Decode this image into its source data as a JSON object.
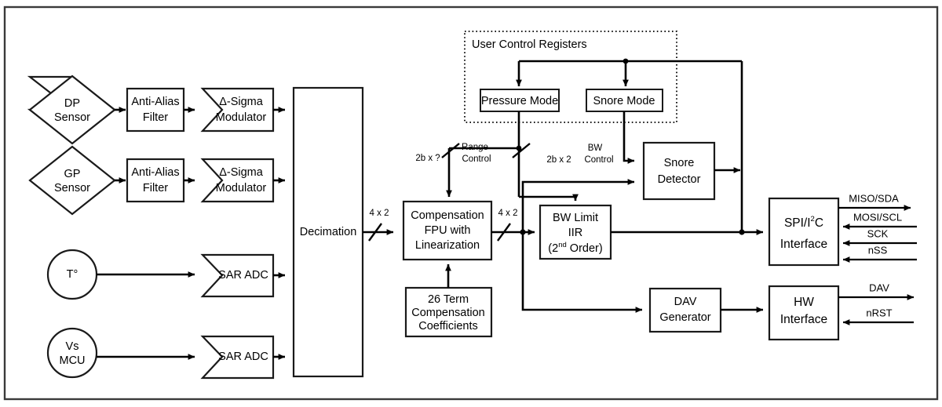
{
  "diagram": {
    "title": "Sensor signal chain block diagram",
    "frame": {
      "name": "outer-frame"
    },
    "sensors": [
      {
        "id": "dp-sensor",
        "line1": "DP",
        "line2": "Sensor",
        "shape": "diamond"
      },
      {
        "id": "gp-sensor",
        "line1": "GP",
        "line2": "Sensor",
        "shape": "diamond"
      },
      {
        "id": "temperature-sensor",
        "line1": "T°",
        "line2": "",
        "shape": "circle"
      },
      {
        "id": "vs-mcu-sensor",
        "line1": "Vs",
        "line2": "MCU",
        "shape": "circle"
      }
    ],
    "blocks": [
      {
        "id": "anti-alias-filter-1",
        "line1": "Anti-Alias",
        "line2": "Filter",
        "line3": ""
      },
      {
        "id": "anti-alias-filter-2",
        "line1": "Anti-Alias",
        "line2": "Filter",
        "line3": ""
      },
      {
        "id": "delta-sigma-modulator-1",
        "line1": "Δ-Sigma",
        "line2": "Modulator",
        "line3": ""
      },
      {
        "id": "delta-sigma-modulator-2",
        "line1": "Δ-Sigma",
        "line2": "Modulator",
        "line3": ""
      },
      {
        "id": "sar-adc-1",
        "line1": "SAR ADC",
        "line2": "",
        "line3": ""
      },
      {
        "id": "sar-adc-2",
        "line1": "SAR ADC",
        "line2": "",
        "line3": ""
      },
      {
        "id": "decimation",
        "line1": "Decimation",
        "line2": "",
        "line3": ""
      },
      {
        "id": "compensation-fpu",
        "line1": "Compensation",
        "line2": "FPU with",
        "line3": "Linearization"
      },
      {
        "id": "compensation-coefficients",
        "line1": "26 Term",
        "line2": "Compensation",
        "line3": "Coefficients"
      },
      {
        "id": "bw-limit-iir",
        "line1": "BW Limit",
        "line2": "IIR",
        "line3": "(2",
        "line3sup": "nd",
        "line3end": " Order)"
      },
      {
        "id": "snore-detector",
        "line1": "Snore",
        "line2": "Detector",
        "line3": ""
      },
      {
        "id": "dav-generator",
        "line1": "DAV",
        "line2": "Generator",
        "line3": ""
      },
      {
        "id": "spi-i2c-interface",
        "line1": "SPI/I",
        "line1sup": "2",
        "line1end": "C",
        "line2": "Interface",
        "line3": ""
      },
      {
        "id": "hw-interface",
        "line1": "HW",
        "line2": "Interface",
        "line3": ""
      }
    ],
    "user_control_registers": {
      "group_label": "User Control Registers",
      "registers": [
        {
          "id": "pressure-mode-register",
          "label": "Pressure Mode"
        },
        {
          "id": "snore-mode-register",
          "label": "Snore Mode"
        }
      ]
    },
    "bus_labels": [
      {
        "id": "bus-decimation-out",
        "text": "4 x 2"
      },
      {
        "id": "bus-fpu-out",
        "text": "4 x 2"
      },
      {
        "id": "bus-range-control-width",
        "text": "2b x ?"
      },
      {
        "id": "bus-bw-control-width",
        "text": "2b x 2"
      }
    ],
    "control_labels": [
      {
        "id": "range-control-label",
        "line1": "Range",
        "line2": "Control"
      },
      {
        "id": "bw-control-label",
        "line1": "BW",
        "line2": "Control"
      }
    ],
    "io_signals": [
      {
        "id": "signal-miso-sda",
        "text": "MISO/SDA",
        "direction": "out"
      },
      {
        "id": "signal-mosi-scl",
        "text": "MOSI/SCL",
        "direction": "in"
      },
      {
        "id": "signal-sck",
        "text": "SCK",
        "direction": "in"
      },
      {
        "id": "signal-nss",
        "text": "nSS",
        "direction": "in"
      },
      {
        "id": "signal-dav",
        "text": "DAV",
        "direction": "out"
      },
      {
        "id": "signal-nrst",
        "text": "nRST",
        "direction": "in"
      }
    ],
    "colors": {
      "background": "#ffffff",
      "stroke": "#1a1a1a",
      "wire": "#000000",
      "frame": "#3a3a3a"
    }
  }
}
